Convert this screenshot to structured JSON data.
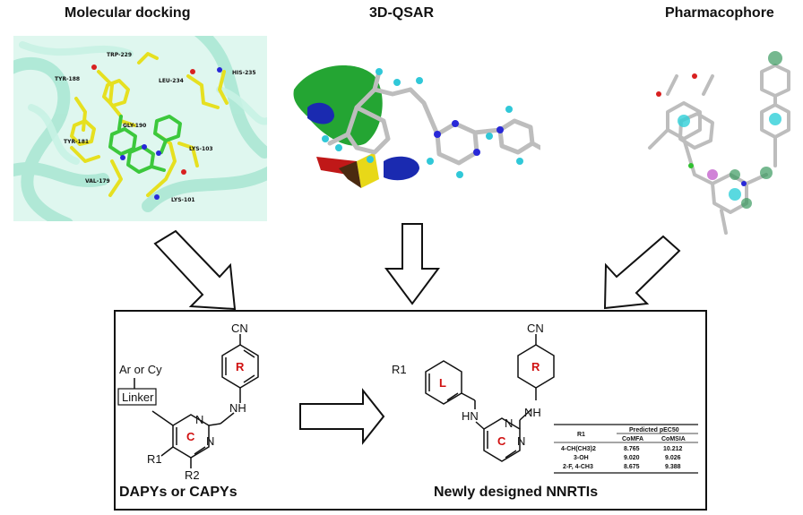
{
  "titles": {
    "docking": "Molecular docking",
    "qsar": "3D-QSAR",
    "pharmacophore": "Pharmacophore"
  },
  "residues": [
    "TRP-229",
    "TYR-188",
    "LEU-234",
    "HIS-235",
    "GLY-190",
    "TYR-181",
    "LYS-103",
    "VAL-179",
    "LYS-101"
  ],
  "scaffold": {
    "cn": "CN",
    "ring_r": "R",
    "ring_c": "C",
    "substituent": "Ar or Cy",
    "linker": "Linker",
    "n": "N",
    "nh": "NH",
    "r1": "R1",
    "r2": "R2",
    "caption": "DAPYs or CAPYs"
  },
  "designed": {
    "cn": "CN",
    "ring_r": "R",
    "ring_l": "L",
    "ring_c": "C",
    "r1": "R1",
    "n": "N",
    "hn": "HN",
    "nh": "NH",
    "caption": "Newly designed NNRTIs"
  },
  "table": {
    "col_r1": "R1",
    "col_pred": "Predicted pEC50",
    "col_comfa": "CoMFA",
    "col_comsia": "CoMSIA",
    "rows": [
      {
        "r1": "4-CH(CH3)2",
        "comfa": "8.765",
        "comsia": "10.212"
      },
      {
        "r1": "3-OH",
        "comfa": "9.020",
        "comsia": "9.026"
      },
      {
        "r1": "2-F, 4-CH3",
        "comfa": "8.675",
        "comsia": "9.388"
      }
    ]
  },
  "colors": {
    "protein": "#bfeee0",
    "carbon_yellow": "#e6e020",
    "ligand_green": "#3cc83c",
    "nitrogen": "#2828d8",
    "oxygen": "#d82020",
    "hydrogen": "#30c8d8",
    "stick_grey": "#c8c8c8",
    "contour_green": "#18a028",
    "contour_blue": "#1a2ab0",
    "contour_red": "#c01818",
    "contour_yellow": "#e8d818",
    "ring_red": "#d01010"
  }
}
